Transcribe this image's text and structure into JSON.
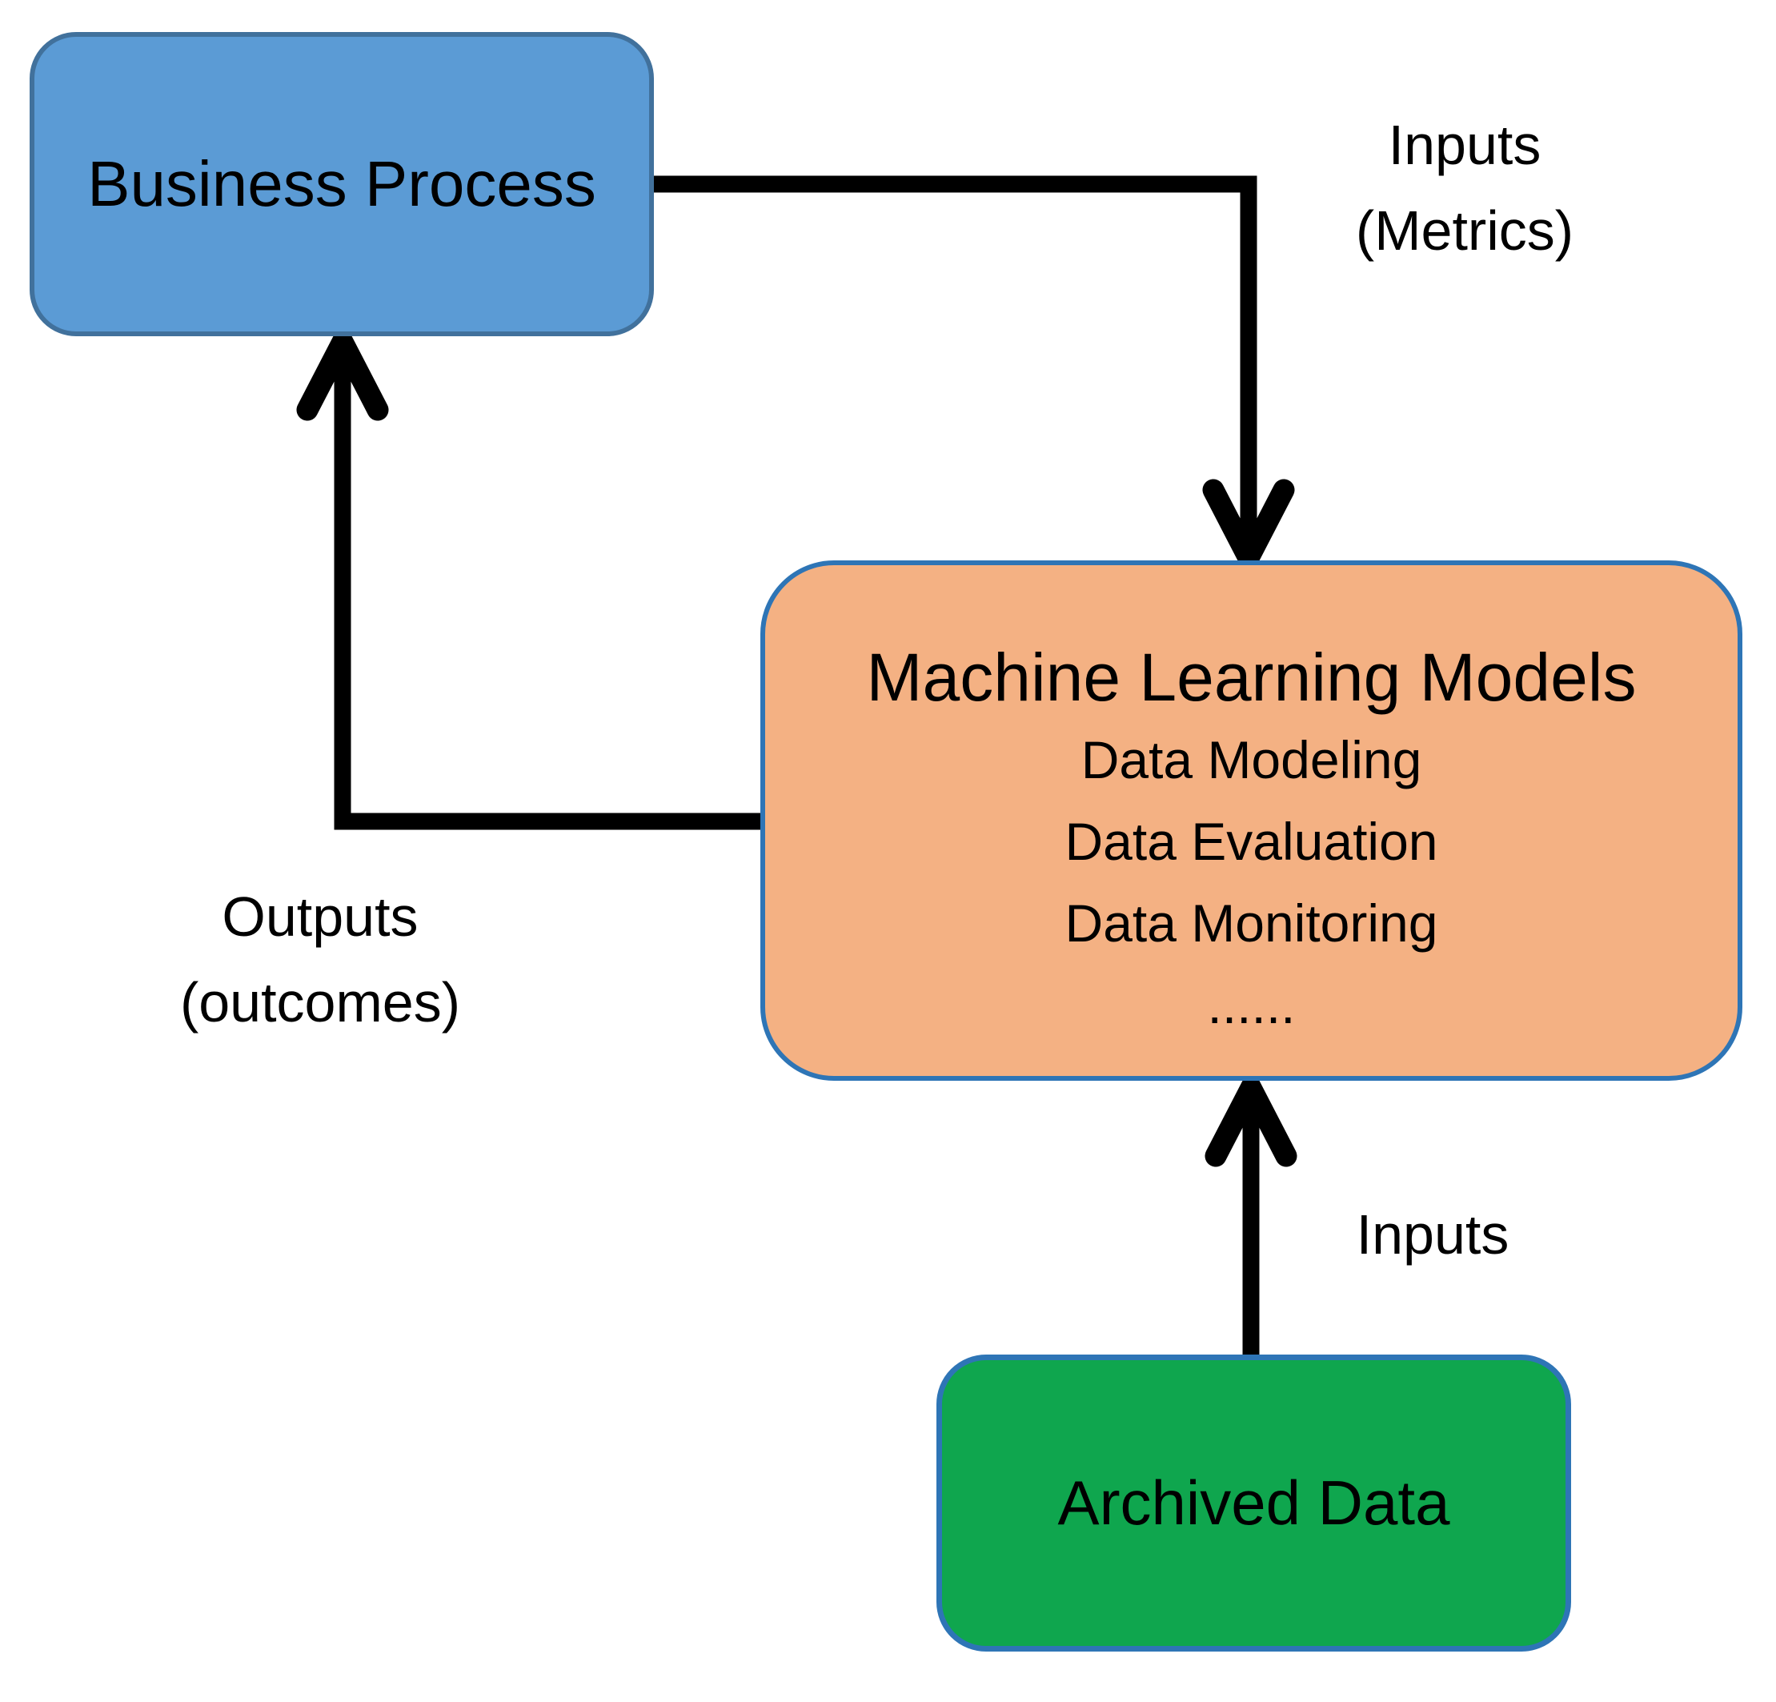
{
  "boxes": {
    "business_process": {
      "label": "Business Process",
      "fill": "#5B9BD5",
      "border": "#41719C"
    },
    "ml_models": {
      "title": "Machine Learning Models",
      "items": [
        "Data Modeling",
        "Data Evaluation",
        "Data Monitoring",
        "......"
      ],
      "fill": "#F4B183",
      "border": "#2E75B6"
    },
    "archived_data": {
      "label": "Archived Data",
      "fill": "#0FA64E",
      "border": "#2E75B6"
    }
  },
  "edge_labels": {
    "inputs_metrics": {
      "line1": "Inputs",
      "line2": "(Metrics)"
    },
    "outputs_outcomes": {
      "line1": "Outputs",
      "line2": "(outcomes)"
    },
    "inputs_archived": {
      "line1": "Inputs"
    }
  },
  "colors": {
    "arrow": "#000000",
    "text": "#000000",
    "background": "#FFFFFF"
  }
}
